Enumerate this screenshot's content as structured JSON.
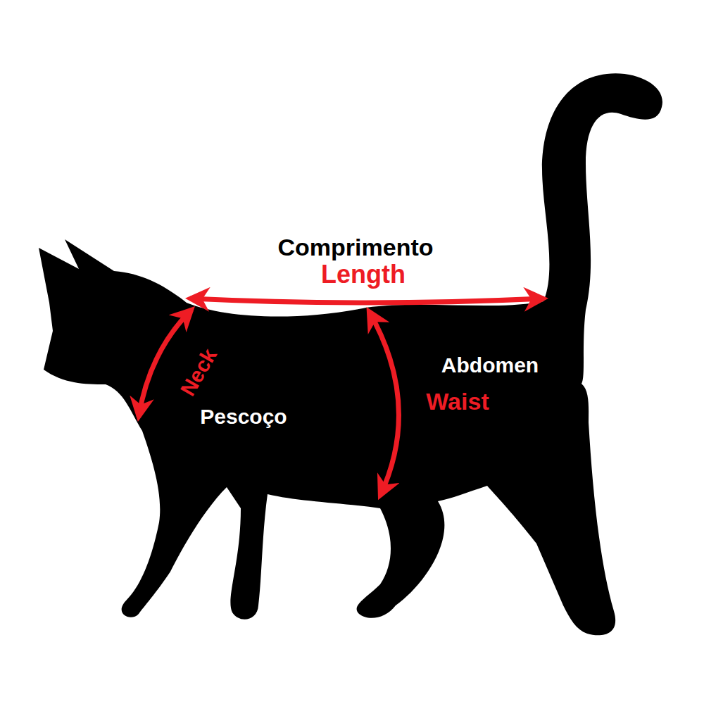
{
  "diagram": {
    "labels": [
      "Comprimento",
      "Length",
      "Neck",
      "Pescoço",
      "Abdomen",
      "Waist"
    ]
  }
}
